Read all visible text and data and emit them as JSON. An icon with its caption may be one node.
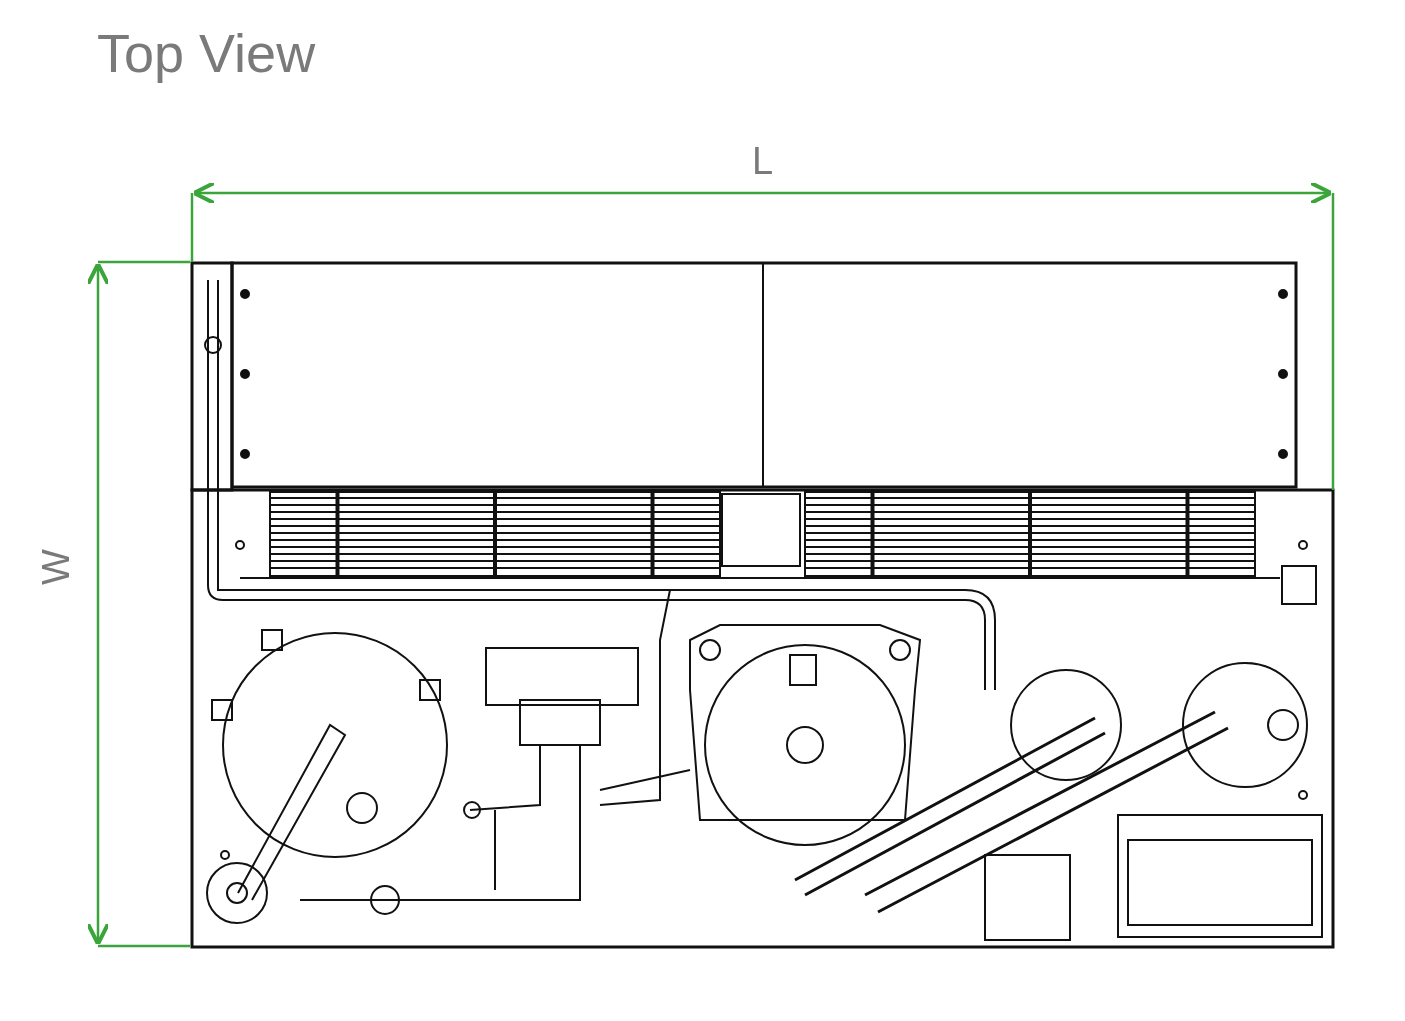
{
  "diagram": {
    "title": "Top View",
    "labels": [
      "L",
      "W"
    ]
  }
}
